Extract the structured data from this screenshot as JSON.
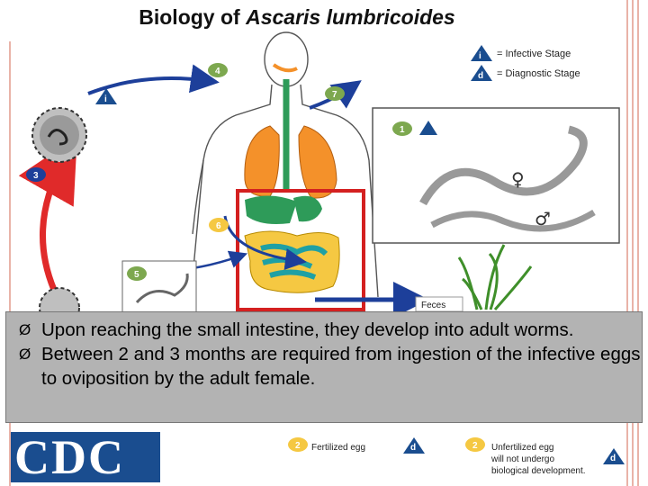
{
  "title": {
    "prefix": "Biology of ",
    "species": "Ascaris lumbricoides"
  },
  "legend": {
    "infective_mark": "i",
    "infective_label": "= Infective Stage",
    "diagnostic_mark": "d",
    "diagnostic_label": "= Diagnostic Stage"
  },
  "stages": {
    "s1": "1",
    "s2": "2",
    "s3": "3",
    "s4": "4",
    "s5": "5",
    "s6": "6",
    "s7": "7"
  },
  "symbols": {
    "female": "♀",
    "male": "♂"
  },
  "labels": {
    "feces": "Feces",
    "fertilized_egg": "Fertilized egg",
    "unfertilized_egg_l1": "Unfertilized egg",
    "unfertilized_egg_l2": "will not undergo",
    "unfertilized_egg_l3": "biological development."
  },
  "bullets": [
    "Upon reaching the small intestine, they develop into adult worms.",
    "Between 2 and 3 months are required from ingestion of the infective eggs to oviposition by the adult female."
  ],
  "bullet_marker": "Ø",
  "logo": "CDC",
  "colors": {
    "accent_border": "#e9b3a8",
    "highlight_box": "#d42020",
    "stage_circle": "#7da84f",
    "infective_marker": "#1a4d8f",
    "arrow_red": "#e02a2a",
    "arrow_blue": "#1d3f9a",
    "overlay_bg": "#b3b3b3",
    "cdc_blue": "#1a4d8f"
  }
}
